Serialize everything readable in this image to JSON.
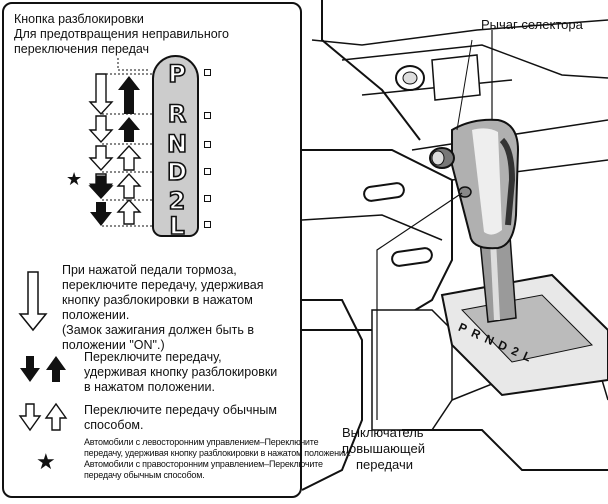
{
  "legend": {
    "title_lines": [
      "Кнопка разблокировки",
      "Для предотвращения неправильного",
      "переключения передач"
    ],
    "gears": [
      "P",
      "R",
      "N",
      "D",
      "2",
      "L"
    ],
    "star_symbol": "★",
    "item1_lines": [
      "При нажатой педали тормоза,",
      "переключите передачу, удерживая",
      "кнопку разблокировки в нажатом",
      "положении.",
      "(Замок зажигания должен быть в",
      "положении \"ON\".)"
    ],
    "item2_lines": [
      "Переключите передачу,",
      "удерживая кнопку разблокировки",
      "в нажатом положении."
    ],
    "item3_lines": [
      "Переключите передачу обычным",
      "способом."
    ],
    "note_lines": [
      "Автомобили с левосторонним управлением–Переключите",
      "передачу, удерживая кнопку разблокировки в нажатом положении.",
      "Автомобили с правосторонним управлением–Переключите",
      "передачу обычным способом."
    ]
  },
  "callouts": {
    "selector_lever": "Рычаг селектора",
    "overdrive_switch_lines": [
      "Выключатель",
      "повышающей",
      "передачи"
    ]
  },
  "colors": {
    "ink": "#111111",
    "gate_fill": "#cccccc",
    "metal": "#bbbbbb"
  }
}
